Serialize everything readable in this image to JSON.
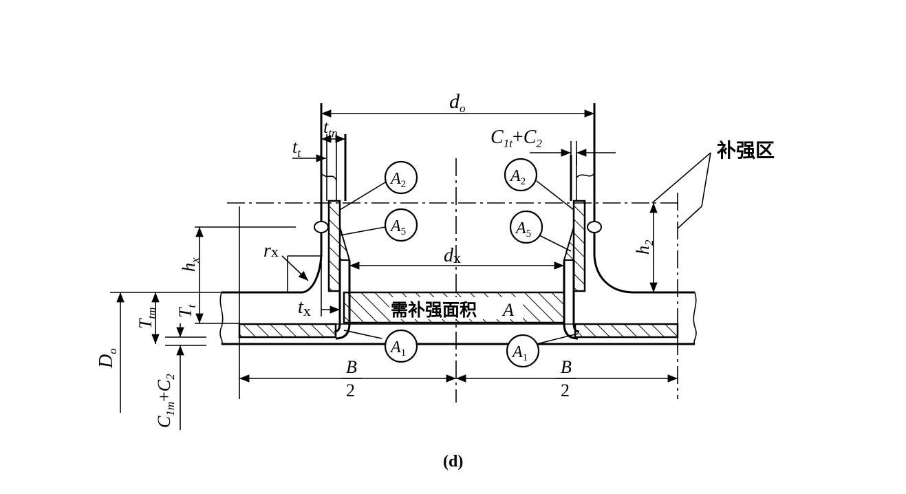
{
  "figure": {
    "caption": "(d)",
    "labels": {
      "d_o": {
        "main": "d",
        "sub": "o"
      },
      "t_tn": {
        "main": "t",
        "sub": "tn"
      },
      "t_t": {
        "main": "t",
        "sub": "t"
      },
      "c1t_c2": {
        "main1": "C",
        "sub1": "1t",
        "plus": "+",
        "main2": "C",
        "sub2": "2"
      },
      "reinforcement_zone": "补强区",
      "h_2": {
        "main": "h",
        "sub": "2"
      },
      "h_x": {
        "main": "h",
        "sub": "x"
      },
      "r_x": {
        "main": "r",
        "sub": "x"
      },
      "d_x": {
        "main": "d",
        "sub": "x"
      },
      "t_x": {
        "main": "t",
        "sub": "x"
      },
      "T_tm": {
        "main": "T",
        "sub": "tm"
      },
      "T_t": {
        "main": "T",
        "sub": "t"
      },
      "D_o": {
        "main": "D",
        "sub": "o"
      },
      "c1m_c2": {
        "main1": "C",
        "sub1": "1m",
        "plus": "+",
        "main2": "C",
        "sub2": "2"
      },
      "required_area": {
        "text": "需补强面积",
        "symbol": "A"
      },
      "A1": {
        "main": "A",
        "sub": "1"
      },
      "A2": {
        "main": "A",
        "sub": "2"
      },
      "A5": {
        "main": "A",
        "sub": "5"
      },
      "B_over_2": {
        "num": "B",
        "den": "2"
      }
    }
  }
}
